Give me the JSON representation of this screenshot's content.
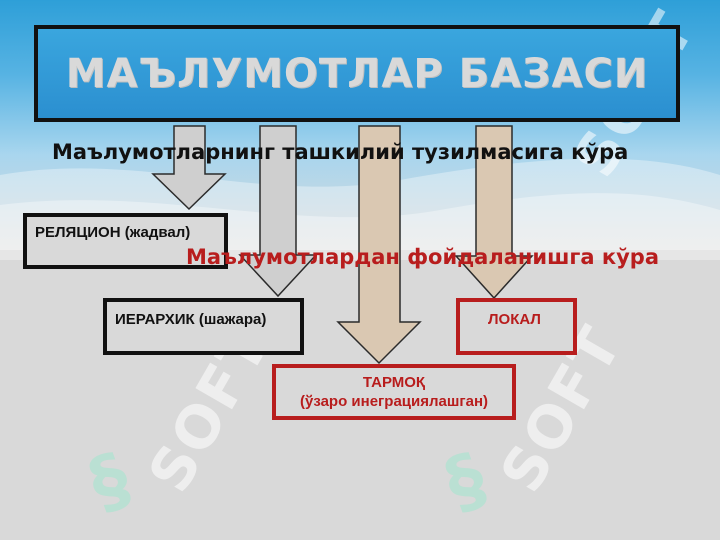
{
  "title": "МАЪЛУМОТЛАР БАЗАСИ",
  "subtitle_organization": "Маълумотларнинг ташкилий тузилмасига кўра",
  "subtitle_usage": "Маълумотлардан фойдаланишга кўра",
  "boxes": {
    "relational": "РЕЛЯЦИОН (жадвал)",
    "hierarchical": "ИЕРАРХИК (шажара)",
    "local": "ЛОКАЛ",
    "network_line1": "ТАРМОҚ",
    "network_line2": "(ўзаро инеграциялашган)"
  },
  "watermark": "SOFT",
  "colors": {
    "title_fill": "#2b8fd0",
    "title_text": "#d9d9d9",
    "usage_red": "#b81d1d",
    "gray_arrow": "#cfcfcf",
    "tan_arrow": "#dac8b2",
    "background": "#d9d9d9"
  }
}
